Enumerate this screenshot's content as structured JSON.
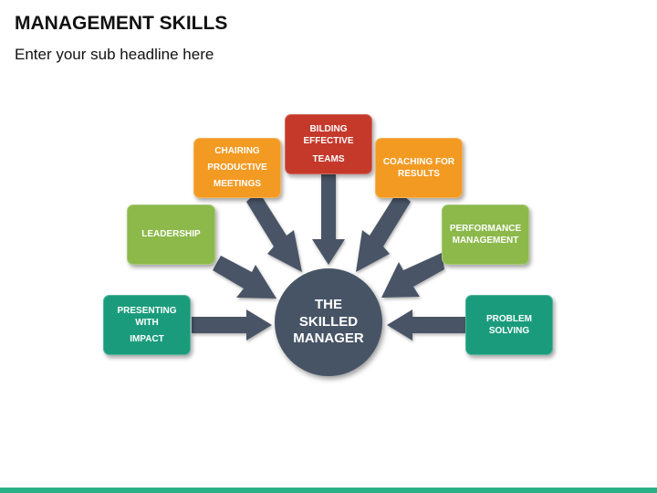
{
  "header": {
    "title": "MANAGEMENT SKILLS",
    "subtitle": "Enter your sub headline here"
  },
  "center": {
    "lines": [
      "THE",
      "SKILLED",
      "MANAGER"
    ],
    "color": "#475466"
  },
  "boxes": [
    {
      "id": "presenting",
      "lines": [
        "PRESENTING",
        "WITH",
        "IMPACT"
      ],
      "color": "#1a9c7c"
    },
    {
      "id": "leadership",
      "lines": [
        "LEADERSHIP"
      ],
      "color": "#8cb94a"
    },
    {
      "id": "chairing",
      "lines": [
        "CHAIRING",
        "PRODUCTIVE",
        "MEETINGS"
      ],
      "color": "#f39a22"
    },
    {
      "id": "building",
      "lines": [
        "BILDING",
        "EFFECTIVE",
        "TEAMS"
      ],
      "color": "#c5392b"
    },
    {
      "id": "coaching",
      "lines": [
        "COACHING FOR",
        "RESULTS"
      ],
      "color": "#f39a22"
    },
    {
      "id": "performance",
      "lines": [
        "PERFORMANCE",
        "MANAGEMENT"
      ],
      "color": "#8cb94a"
    },
    {
      "id": "problem",
      "lines": [
        "PROBLEM",
        "SOLVING"
      ],
      "color": "#1a9c7c"
    }
  ],
  "colors": {
    "arrow": "#4a5566",
    "footer": "#2bb187"
  }
}
